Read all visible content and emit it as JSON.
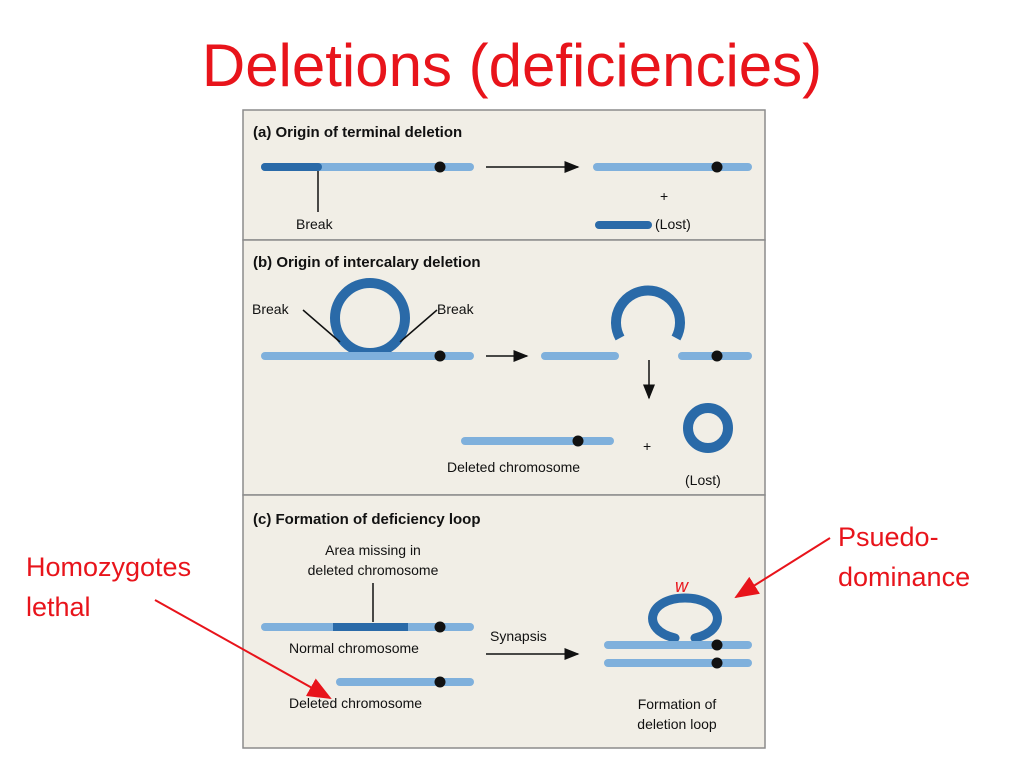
{
  "title": "Deletions (deficiencies)",
  "panel_a": {
    "heading": "(a) Origin of terminal deletion",
    "break_label": "Break",
    "plus": "+",
    "lost_label": "(Lost)"
  },
  "panel_b": {
    "heading": "(b) Origin of intercalary deletion",
    "break_left": "Break",
    "break_right": "Break",
    "deleted_label": "Deleted chromosome",
    "plus": "+",
    "lost_label": "(Lost)"
  },
  "panel_c": {
    "heading": "(c) Formation of deficiency loop",
    "area_line1": "Area missing in",
    "area_line2": "deleted chromosome",
    "normal_label": "Normal chromosome",
    "deleted_label": "Deleted chromosome",
    "synapsis_label": "Synapsis",
    "formation_line1": "Formation of",
    "formation_line2": "deletion loop",
    "w_label": "w"
  },
  "annotations": {
    "homozygotes_line1": "Homozygotes",
    "homozygotes_line2": "lethal",
    "pseudo_line1": "Psuedo-",
    "pseudo_line2": "dominance"
  },
  "colors": {
    "title": "#e8141b",
    "light_chromosome": "#7fb0dc",
    "dark_chromosome": "#2a6aa8",
    "panel_bg": "#f1eee6",
    "panel_border": "#8c8c8c",
    "arrow_red": "#e8141b"
  }
}
